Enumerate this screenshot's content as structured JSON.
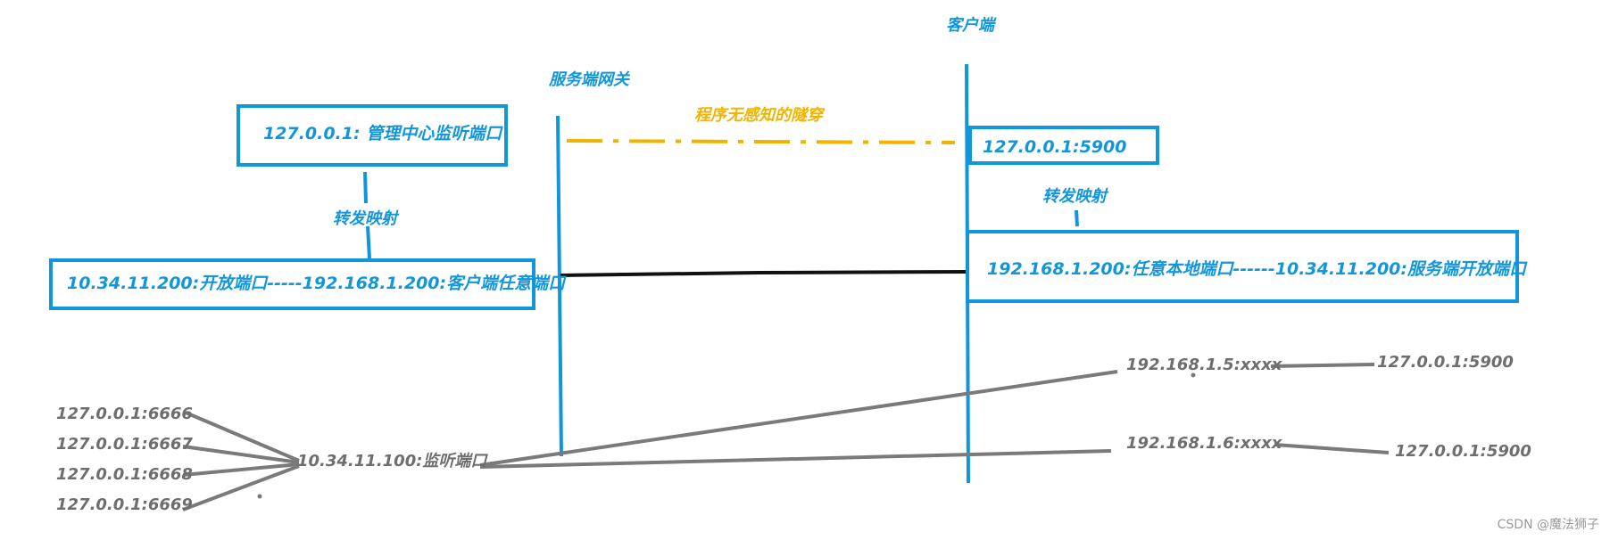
{
  "headers": {
    "server_gateway": "服务端网关",
    "client": "客户端"
  },
  "tunnel_label": "程序无感知的隧穿",
  "server_side": {
    "top_box": "127.0.0.1: 管理中心监听端口",
    "mapping_label": "转发映射",
    "bottom_box": "10.34.11.200:开放端口-----192.168.1.200:客户端任意端口"
  },
  "client_side": {
    "top_box": "127.0.0.1:5900",
    "mapping_label": "转发映射",
    "bottom_box": "192.168.1.200:任意本地端口------10.34.11.200:服务端开放端口"
  },
  "local_ports": [
    "127.0.0.1:6666",
    "127.0.0.1:6667",
    "127.0.0.1:6668",
    "127.0.0.1:6669"
  ],
  "listen_node": "10.34.11.100:监听端口",
  "remote_hosts": [
    {
      "address": "192.168.1.5:xxxx",
      "target": "127.0.0.1:5900"
    },
    {
      "address": "192.168.1.6:xxxx",
      "target": "127.0.0.1:5900"
    }
  ],
  "watermark": "CSDN @魔法狮子",
  "colors": {
    "primary_blue": "#1296db",
    "tunnel_gold": "#f0b400",
    "link_gray": "#7a7a7a",
    "direct_black": "#111111"
  }
}
